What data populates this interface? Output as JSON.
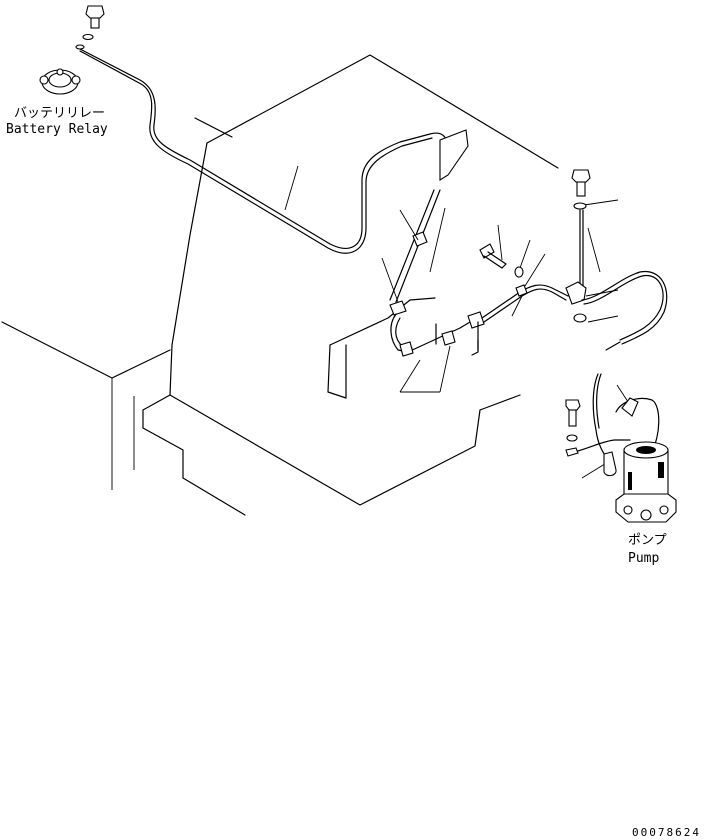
{
  "labels": {
    "battery_relay_jp": "バッテリリレー",
    "battery_relay_en": "Battery Relay",
    "pump_jp": "ポンプ",
    "pump_en": "Pump",
    "drawing_number": "00078624"
  }
}
